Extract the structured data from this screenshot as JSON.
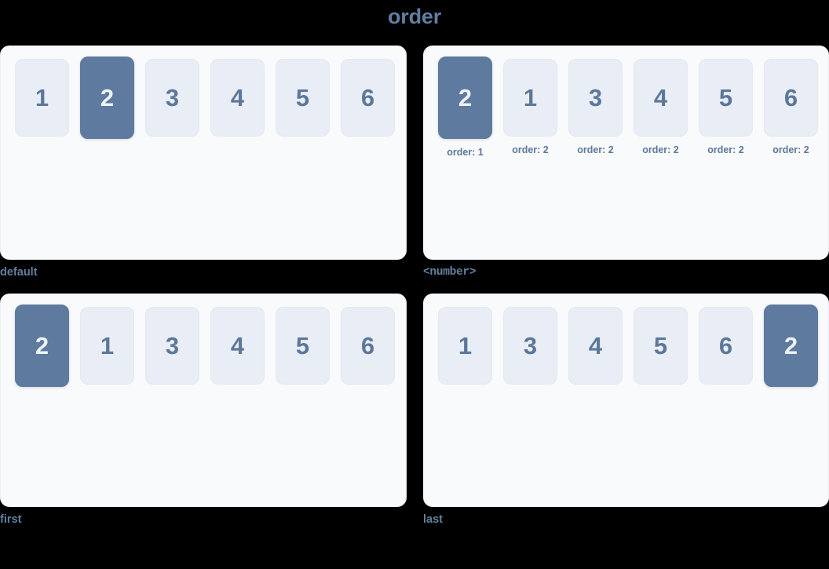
{
  "page": {
    "title": "order",
    "title_color": "#617ea3",
    "background_color": "#000000"
  },
  "theme": {
    "panel_background": "#f9fafc",
    "panel_border": "#eceff4",
    "tile_background": "#e9edf5",
    "tile_text": "#5c7899",
    "tile_highlight_background": "#5e7a9f",
    "tile_highlight_text": "#eef2f7",
    "caption_color": "#61809f"
  },
  "examples": [
    {
      "caption": "default",
      "caption_mono": false,
      "show_order_labels": false,
      "tiles": [
        {
          "label": "1",
          "highlight": false,
          "order": ""
        },
        {
          "label": "2",
          "highlight": true,
          "order": ""
        },
        {
          "label": "3",
          "highlight": false,
          "order": ""
        },
        {
          "label": "4",
          "highlight": false,
          "order": ""
        },
        {
          "label": "5",
          "highlight": false,
          "order": ""
        },
        {
          "label": "6",
          "highlight": false,
          "order": ""
        }
      ]
    },
    {
      "caption": "<number>",
      "caption_mono": true,
      "show_order_labels": true,
      "tiles": [
        {
          "label": "2",
          "highlight": true,
          "order": "order: 1"
        },
        {
          "label": "1",
          "highlight": false,
          "order": "order: 2"
        },
        {
          "label": "3",
          "highlight": false,
          "order": "order: 2"
        },
        {
          "label": "4",
          "highlight": false,
          "order": "order: 2"
        },
        {
          "label": "5",
          "highlight": false,
          "order": "order: 2"
        },
        {
          "label": "6",
          "highlight": false,
          "order": "order: 2"
        }
      ]
    },
    {
      "caption": "first",
      "caption_mono": false,
      "show_order_labels": false,
      "tiles": [
        {
          "label": "2",
          "highlight": true,
          "order": ""
        },
        {
          "label": "1",
          "highlight": false,
          "order": ""
        },
        {
          "label": "3",
          "highlight": false,
          "order": ""
        },
        {
          "label": "4",
          "highlight": false,
          "order": ""
        },
        {
          "label": "5",
          "highlight": false,
          "order": ""
        },
        {
          "label": "6",
          "highlight": false,
          "order": ""
        }
      ]
    },
    {
      "caption": "last",
      "caption_mono": false,
      "show_order_labels": false,
      "tiles": [
        {
          "label": "1",
          "highlight": false,
          "order": ""
        },
        {
          "label": "3",
          "highlight": false,
          "order": ""
        },
        {
          "label": "4",
          "highlight": false,
          "order": ""
        },
        {
          "label": "5",
          "highlight": false,
          "order": ""
        },
        {
          "label": "6",
          "highlight": false,
          "order": ""
        },
        {
          "label": "2",
          "highlight": true,
          "order": ""
        }
      ]
    }
  ]
}
